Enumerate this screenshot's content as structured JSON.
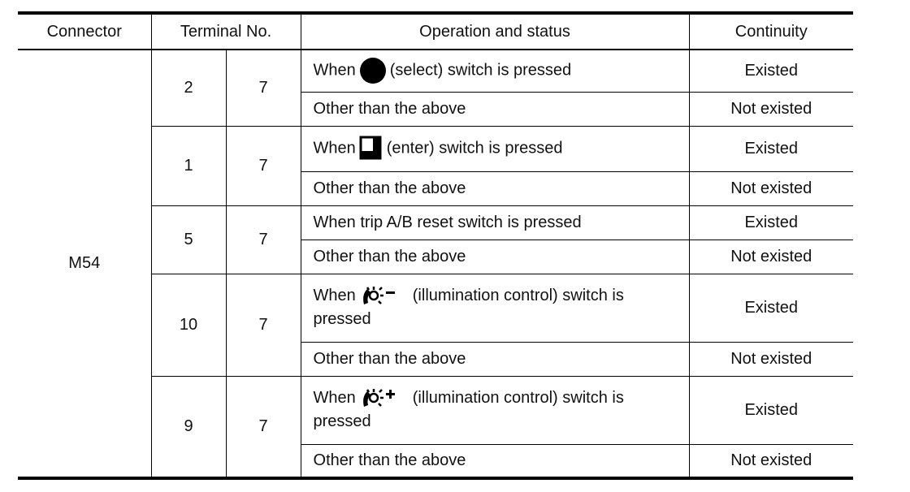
{
  "headers": {
    "connector": "Connector",
    "terminal": "Terminal No.",
    "operation": "Operation and status",
    "continuity": "Continuity"
  },
  "connector": "M54",
  "groups": [
    {
      "terminal_a": "2",
      "terminal_b": "7",
      "op_prefix": "When",
      "op_symbol": "filled-circle-icon",
      "op_suffix": "(select) switch is pressed",
      "continuity_on": "Existed",
      "op_other": "Other than the above",
      "continuity_off": "Not existed"
    },
    {
      "terminal_a": "1",
      "terminal_b": "7",
      "op_prefix": "When",
      "op_symbol": "enter-square-icon",
      "op_suffix": "(enter) switch is pressed",
      "continuity_on": "Existed",
      "op_other": "Other than the above",
      "continuity_off": "Not existed"
    },
    {
      "terminal_a": "5",
      "terminal_b": "7",
      "op_text": "When trip A/B reset switch is pressed",
      "continuity_on": "Existed",
      "op_other": "Other than the above",
      "continuity_off": "Not existed"
    },
    {
      "terminal_a": "10",
      "terminal_b": "7",
      "op_prefix": "When",
      "op_symbol": "illumination-minus-icon",
      "op_suffix": "(illumination control) switch is pressed",
      "continuity_on": "Existed",
      "op_other": "Other than the above",
      "continuity_off": "Not existed"
    },
    {
      "terminal_a": "9",
      "terminal_b": "7",
      "op_prefix": "When",
      "op_symbol": "illumination-plus-icon",
      "op_suffix": "(illumination control) switch is pressed",
      "continuity_on": "Existed",
      "op_other": "Other than the above",
      "continuity_off": "Not existed"
    }
  ]
}
